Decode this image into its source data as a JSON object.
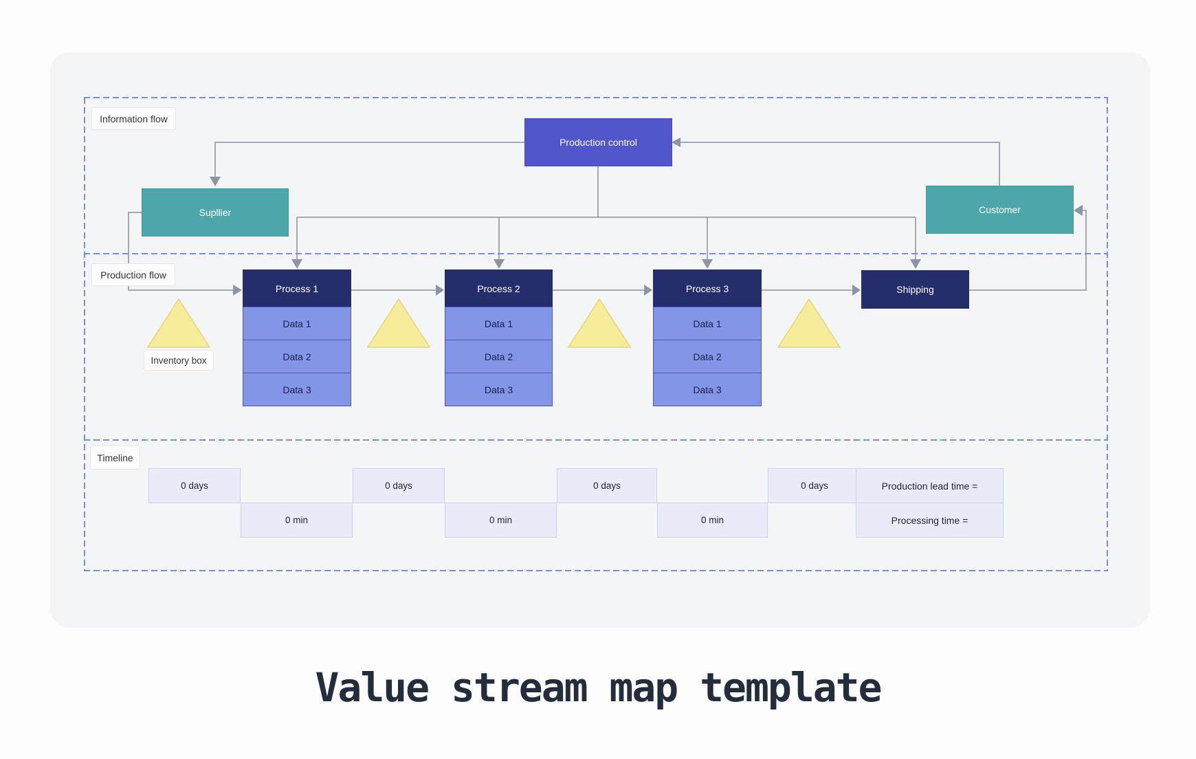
{
  "title": "Value stream map template",
  "sections": {
    "information_flow": {
      "label": "Information flow"
    },
    "production_flow": {
      "label": "Production flow"
    },
    "timeline": {
      "label": "Timeline"
    }
  },
  "nodes": {
    "production_control": {
      "label": "Production control",
      "color": "#5156c8"
    },
    "supplier": {
      "label": "Supllier",
      "color": "#4da7aa"
    },
    "customer": {
      "label": "Customer",
      "color": "#4da7aa"
    },
    "shipping": {
      "label": "Shipping",
      "color": "#262d6b"
    }
  },
  "processes": [
    {
      "name": "Process 1",
      "data": [
        "Data 1",
        "Data 2",
        "Data 3"
      ]
    },
    {
      "name": "Process 2",
      "data": [
        "Data 1",
        "Data 2",
        "Data 3"
      ]
    },
    {
      "name": "Process 3",
      "data": [
        "Data 1",
        "Data 2",
        "Data 3"
      ]
    }
  ],
  "inventory": {
    "label": "Inventory box",
    "triangle_count": 4,
    "triangle_color": "#f6ec9b"
  },
  "timeline_row": {
    "segments": [
      {
        "label": "0 days",
        "row": "upper"
      },
      {
        "label": "0 min",
        "row": "lower"
      },
      {
        "label": "0 days",
        "row": "upper"
      },
      {
        "label": "0 min",
        "row": "lower"
      },
      {
        "label": "0 days",
        "row": "upper"
      },
      {
        "label": "0 min",
        "row": "lower"
      },
      {
        "label": "0 days",
        "row": "upper"
      }
    ],
    "production_lead_time_label": "Production lead time =",
    "processing_time_label": "Processing time ="
  },
  "colors": {
    "page_bg": "#fdfdfe",
    "panel_bg": "#f4f5f7",
    "dashed_border": "#7b8cd9",
    "connector": "#8d929b",
    "process_header_navy": "#262d6b",
    "data_row_fill": "#8295e6",
    "data_row_border": "#5058b4",
    "timeline_box_fill": "#e9ebf8",
    "timeline_box_border": "#ccd1ed",
    "title_text": "#232d3b"
  }
}
